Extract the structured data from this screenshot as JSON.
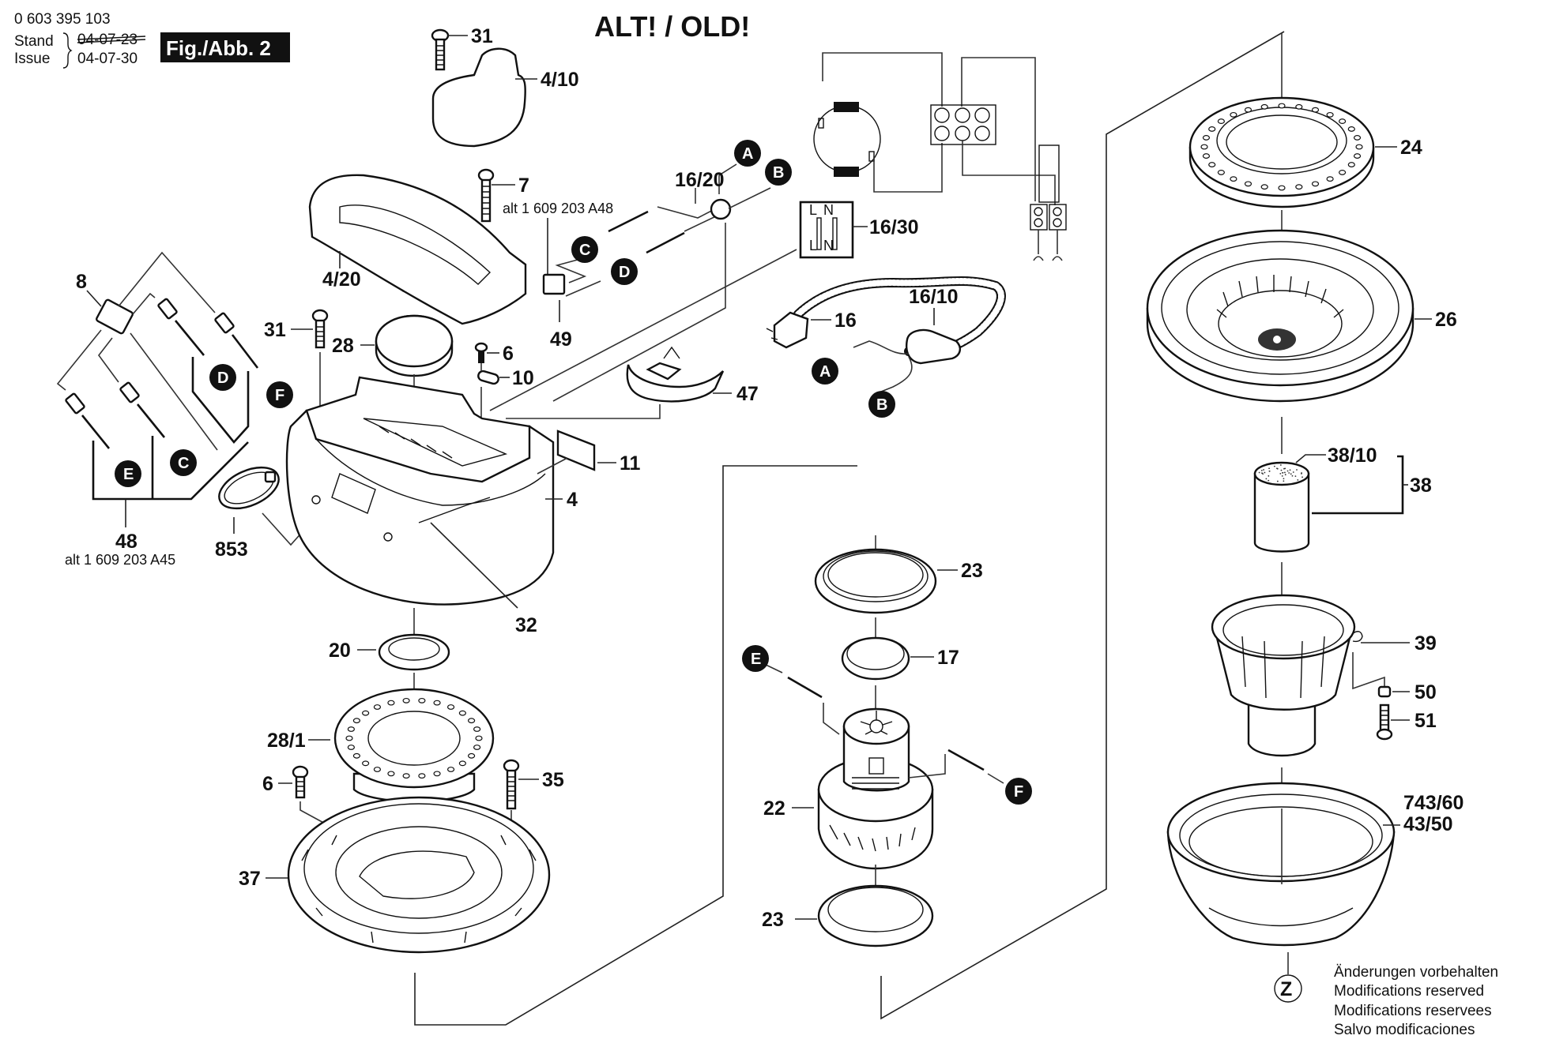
{
  "header": {
    "part_number": "0 603 395 103",
    "stand_label": "Stand",
    "issue_label": "Issue",
    "stand_date_old": "04-07-23",
    "issue_date": "04-07-30",
    "figure_label": "Fig./Abb. 2",
    "title": "ALT! / OLD!"
  },
  "notes": {
    "alt_48": "alt 1 609 203 A45",
    "alt_49": "alt 1 609 203 A48",
    "modifications": [
      "Änderungen vorbehalten",
      "Modifications reserved",
      "Modifications reservees",
      "Salvo modificaciones"
    ]
  },
  "callouts": {
    "p31a": "31",
    "p4_10": "4/10",
    "p7": "7",
    "p4_20": "4/20",
    "p16_20": "16/20",
    "p16_30": "16/30",
    "p16": "16",
    "p16_10": "16/10",
    "p49": "49",
    "p8": "8",
    "p31b": "31",
    "p28": "28",
    "p6a": "6",
    "p10": "10",
    "p47": "47",
    "p11": "11",
    "p4": "4",
    "p48": "48",
    "p853": "853",
    "p32": "32",
    "p20": "20",
    "p28_1": "28/1",
    "p6b": "6",
    "p35": "35",
    "p37": "37",
    "p23a": "23",
    "p17": "17",
    "p22": "22",
    "p23b": "23",
    "p24": "24",
    "p26": "26",
    "p38_10": "38/10",
    "p38": "38",
    "p39": "39",
    "p50": "50",
    "p51": "51",
    "p743_60": "743/60",
    "p43_50": "43/50"
  },
  "connectors": {
    "A": "A",
    "B": "B",
    "C": "C",
    "D": "D",
    "E": "E",
    "F": "F",
    "Z": "Z"
  },
  "switch_box": {
    "top_left": "L",
    "top_right": "N",
    "bottom_left": "L",
    "bottom_right": "N"
  }
}
